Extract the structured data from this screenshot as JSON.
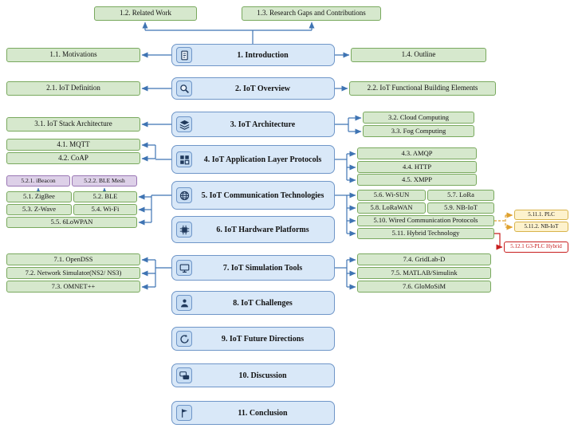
{
  "diagram_title": "IoT survey paper structure diagram",
  "colors": {
    "center_fill": "#d9e8f8",
    "center_border": "#6f96c8",
    "green_fill": "#d6e8cd",
    "green_border": "#79a95e",
    "purple_fill": "#ddd0e8",
    "purple_border": "#9a76b4",
    "yellow_fill": "#fdf2cd",
    "yellow_border": "#d8b44c",
    "red_border": "#c81e1e",
    "arrow_blue": "#3f74b3",
    "arrow_orange": "#dfa12e",
    "arrow_red": "#c81e1e"
  },
  "sections": {
    "s1": {
      "label": "1. Introduction",
      "icon": "document-icon"
    },
    "s2": {
      "label": "2. IoT Overview",
      "icon": "magnifier-icon"
    },
    "s3": {
      "label": "3. IoT Architecture",
      "icon": "layers-icon"
    },
    "s4": {
      "label": "4. IoT Application Layer Protocols",
      "icon": "app-grid-icon"
    },
    "s5": {
      "label": "5. IoT Communication Technologies",
      "icon": "globe-icon"
    },
    "s6": {
      "label": "6. IoT Hardware Platforms",
      "icon": "chip-icon"
    },
    "s7": {
      "label": "7. IoT Simulation Tools",
      "icon": "monitor-icon"
    },
    "s8": {
      "label": "8. IoT Challenges",
      "icon": "person-icon"
    },
    "s9": {
      "label": "9. IoT Future Directions",
      "icon": "circular-arrow-icon"
    },
    "s10": {
      "label": "10. Discussion",
      "icon": "chat-bubbles-icon"
    },
    "s11": {
      "label": "11. Conclusion",
      "icon": "flag-icon"
    }
  },
  "subsections": {
    "g1_1": "1.1. Motivations",
    "g1_2": "1.2. Related Work",
    "g1_3": "1.3. Research Gaps and Contributions",
    "g1_4": "1.4. Outline",
    "g2_1": "2.1. IoT Definition",
    "g2_2": "2.2. IoT Functional Building Elements",
    "g3_1": "3.1. IoT Stack Architecture",
    "g3_2": "3.2. Cloud Computing",
    "g3_3": "3.3. Fog Computing",
    "g4_1": "4.1. MQTT",
    "g4_2": "4.2. CoAP",
    "g4_3": "4.3. AMQP",
    "g4_4": "4.4. HTTP",
    "g4_5": "4.5. XMPP",
    "g5_1": "5.1. ZigBee",
    "g5_2": "5.2. BLE",
    "g5_3": "5.3. Z-Wave",
    "g5_4": "5.4. Wi-Fi",
    "g5_5": "5.5. 6LoWPAN",
    "g5_6": "5.6. Wi-SUN",
    "g5_7": "5.7. LoRa",
    "g5_8": "5.8. LoRaWAN",
    "g5_9": "5.9. NB-IoT",
    "g5_10": "5.10. Wired Communication Protocols",
    "g5_11": "5.11. Hybrid Technology",
    "p5_2_1": "5.2.1. iBeacon",
    "p5_2_2": "5.2.2. BLE Mesh",
    "y5_11_1": "5.11.1. PLC",
    "y5_11_2": "5.11.2. NB-IoT",
    "r5_12_1": "5.12.1 G3-PLC Hybrid",
    "g7_1": "7.1. OpenDSS",
    "g7_2": "7.2. Network Simulator(NS2/ NS3)",
    "g7_3": "7.3. OMNET++",
    "g7_4": "7.4. GridLab-D",
    "g7_5": "7.5. MATLAB/Simulink",
    "g7_6": "7.6. GloMoSiM"
  }
}
